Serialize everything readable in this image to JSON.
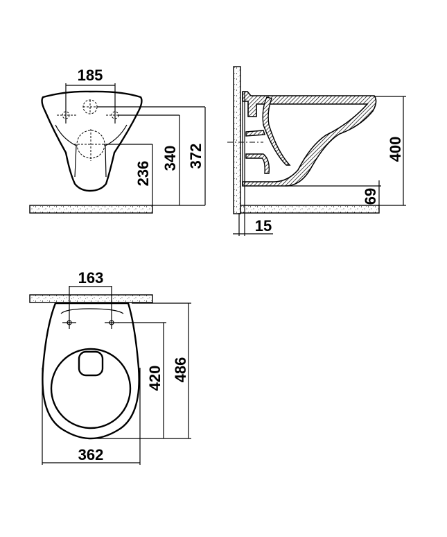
{
  "drawing": {
    "subject": "wall-hung toilet dimensional drawing",
    "views": {
      "front": {
        "dimensions": {
          "fixing_hole_spacing": "185",
          "outlet_height": "236",
          "fixing_height": "340",
          "inlet_height": "372"
        }
      },
      "side": {
        "dimensions": {
          "rim_height": "400",
          "bottom_clearance": "69",
          "wall_gap": "15"
        }
      },
      "top": {
        "dimensions": {
          "fixing_hole_spacing": "163",
          "fixing_to_front": "420",
          "overall_length": "486",
          "overall_width": "362"
        }
      }
    },
    "colors": {
      "line": "#000000",
      "background": "#ffffff"
    }
  }
}
